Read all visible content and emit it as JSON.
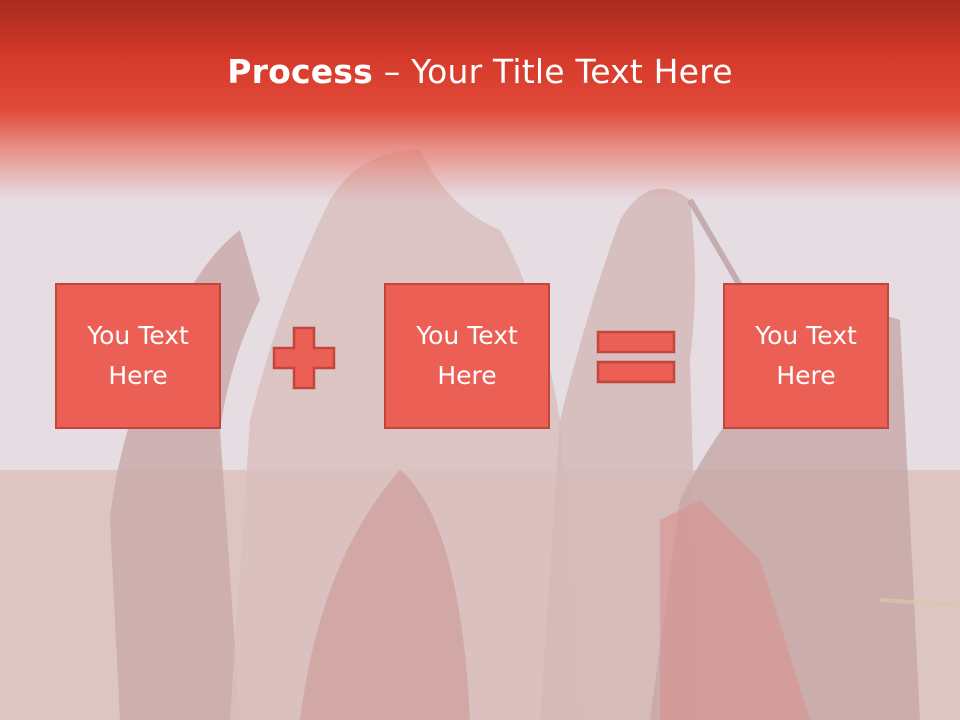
{
  "slide": {
    "title_bold": "Process",
    "title_dash": " – ",
    "title_rest": "Your Title Text Here",
    "boxes": [
      {
        "label": "You Text Here"
      },
      {
        "label": "You Text Here"
      },
      {
        "label": "You Text Here"
      }
    ],
    "operators": {
      "first": "plus-icon",
      "second": "equals-icon"
    }
  },
  "colors": {
    "title_band": "#d63a2b",
    "box_fill": "#ec5f55",
    "box_border": "#c2463d",
    "operator_fill": "#ec5f55",
    "text": "#ffffff"
  }
}
